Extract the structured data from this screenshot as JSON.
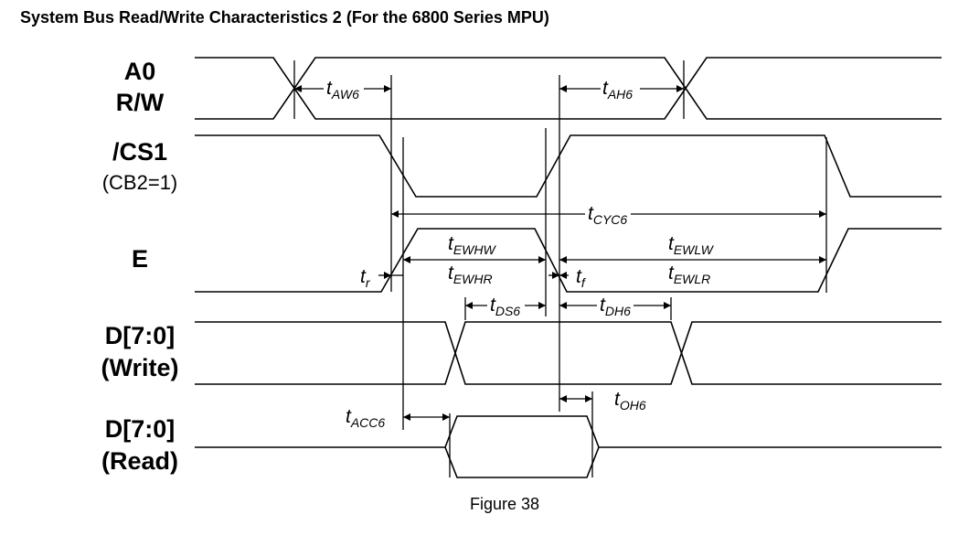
{
  "title": "System Bus Read/Write Characteristics 2 (For the 6800 Series MPU)",
  "caption": "Figure 38",
  "signals": {
    "a0": "A0",
    "rw": "R/W",
    "cs1": "/CS1",
    "cs1_sub": "(CB2=1)",
    "e": "E",
    "d_write": "D[7:0]",
    "d_write_sub": "(Write)",
    "d_read": "D[7:0]",
    "d_read_sub": "(Read)"
  },
  "timing": {
    "aw6": {
      "t": "t",
      "sub": "AW6"
    },
    "ah6": {
      "t": "t",
      "sub": "AH6"
    },
    "cyc6": {
      "t": "t",
      "sub": "CYC6"
    },
    "ewhw": {
      "t": "t",
      "sub": "EWHW"
    },
    "ewhr": {
      "t": "t",
      "sub": "EWHR"
    },
    "ewlw": {
      "t": "t",
      "sub": "EWLW"
    },
    "ewlr": {
      "t": "t",
      "sub": "EWLR"
    },
    "tr": {
      "t": "t",
      "sub": "r"
    },
    "tf": {
      "t": "t",
      "sub": "f"
    },
    "ds6": {
      "t": "t",
      "sub": "DS6"
    },
    "dh6": {
      "t": "t",
      "sub": "DH6"
    },
    "acc6": {
      "t": "t",
      "sub": "ACC6"
    },
    "oh6": {
      "t": "t",
      "sub": "OH6"
    }
  }
}
